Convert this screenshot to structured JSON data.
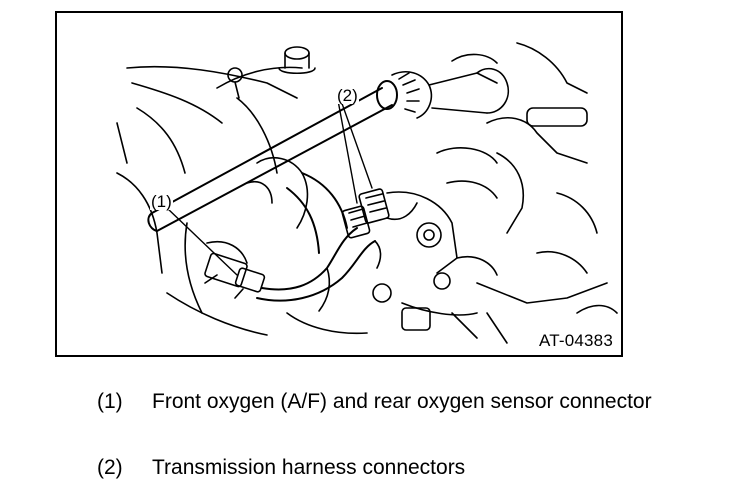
{
  "figure": {
    "figure_id": "AT-04383",
    "callouts": [
      {
        "label": "(1)"
      },
      {
        "label": "(2)"
      }
    ]
  },
  "legend": {
    "items": [
      {
        "number": "(1)",
        "text": "Front oxygen (A/F) and rear oxygen sensor connector"
      },
      {
        "number": "(2)",
        "text": "Transmission harness connectors"
      }
    ]
  }
}
